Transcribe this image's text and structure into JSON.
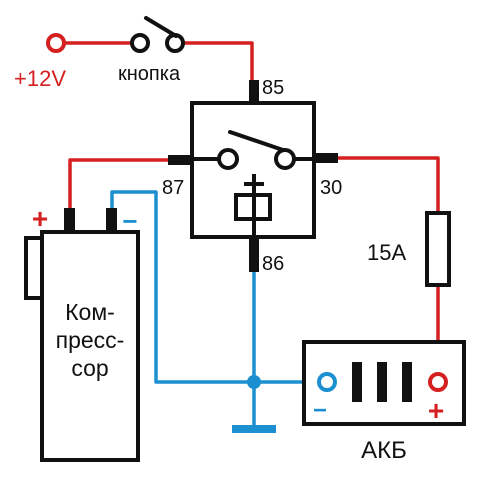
{
  "labels": {
    "supply": "+12V",
    "button": "кнопка",
    "pin85": "85",
    "pin87": "87",
    "pin30": "30",
    "pin86": "86",
    "fuse": "15A",
    "compressor_line1": "Ком-",
    "compressor_line2": "пресс-",
    "compressor_line3": "сор",
    "battery": "АКБ",
    "plus": "+",
    "minus": "−"
  },
  "colors": {
    "positive_wire": "#d42020",
    "negative_wire": "#1c8fd0",
    "outline": "#111111",
    "background": "#ffffff"
  }
}
